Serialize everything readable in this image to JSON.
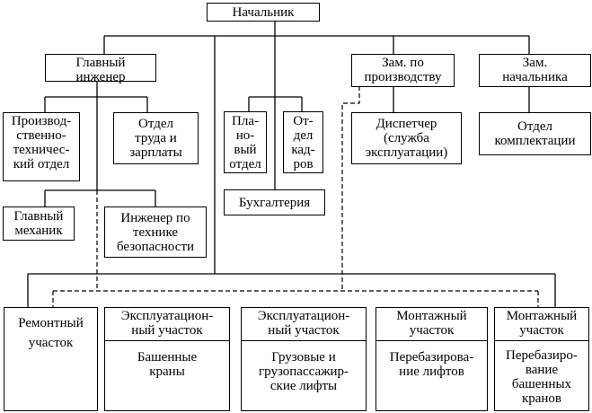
{
  "chief": "Начальник",
  "chief_engineer": {
    "label": "Главный инженер",
    "lines": [
      "Главный",
      "инженер"
    ]
  },
  "production_technical": [
    "Производ-",
    "ственно-",
    "техничес-",
    "кий отдел"
  ],
  "labor_wages": [
    "Отдел",
    "труда и",
    "зарплаты"
  ],
  "chief_mechanic": [
    "Главный",
    "механик"
  ],
  "safety_engineer": [
    "Инженер по",
    "технике",
    "безопасности"
  ],
  "planning": [
    "Пла-",
    "но-",
    "вый",
    "отдел"
  ],
  "hr": [
    "От-",
    "дел",
    "кад-",
    "ров"
  ],
  "accounting": "Бухгалтерия",
  "deputy_production": [
    "Зам. по",
    "производству"
  ],
  "deputy_chief": [
    "Зам.",
    "начальника"
  ],
  "dispatcher": [
    "Диспетчер",
    "(служба",
    "эксплуатации)"
  ],
  "procurement": [
    "Отдел",
    "комплектации"
  ],
  "sections": [
    {
      "header": [
        "Ремонтный",
        "участок"
      ],
      "body": []
    },
    {
      "header": [
        "Эксплуатацион-",
        "ный участок"
      ],
      "body": [
        "Башенные",
        "краны"
      ]
    },
    {
      "header": [
        "Эксплуатацион-",
        "ный участок"
      ],
      "body": [
        "Грузовые и",
        "грузопассажир-",
        "ские лифты"
      ]
    },
    {
      "header": [
        "Монтажный",
        "участок"
      ],
      "body": [
        "Перебазирова-",
        "ние лифтов"
      ]
    },
    {
      "header": [
        "Монтажный",
        "участок"
      ],
      "body": [
        "Перебазиро-",
        "вание",
        "башенных",
        "кранов"
      ]
    }
  ]
}
